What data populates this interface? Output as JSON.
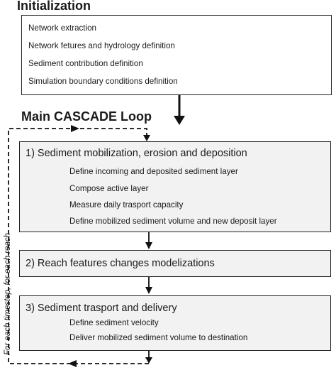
{
  "initialization": {
    "title": "Initialization",
    "items": [
      "Network extraction",
      "Network fetures and hydrology definition",
      "Sediment contribution definition",
      "Simulation boundary conditions definition"
    ]
  },
  "loop": {
    "title": "Main CASCADE Loop",
    "side_label": "For each timestep, for each reach",
    "steps": [
      {
        "heading": "1) Sediment mobilization, erosion and deposition",
        "items": [
          "Define incoming and deposited sediment layer",
          "Compose active layer",
          "Measure daily trasport capacity",
          "Define mobilized sediment volume and new deposit layer"
        ]
      },
      {
        "heading": "2) Reach features changes modelizations",
        "items": []
      },
      {
        "heading": "3) Sediment trasport and delivery",
        "items": [
          "Define sediment velocity",
          "Deliver mobilized sediment volume to destination"
        ]
      }
    ]
  }
}
